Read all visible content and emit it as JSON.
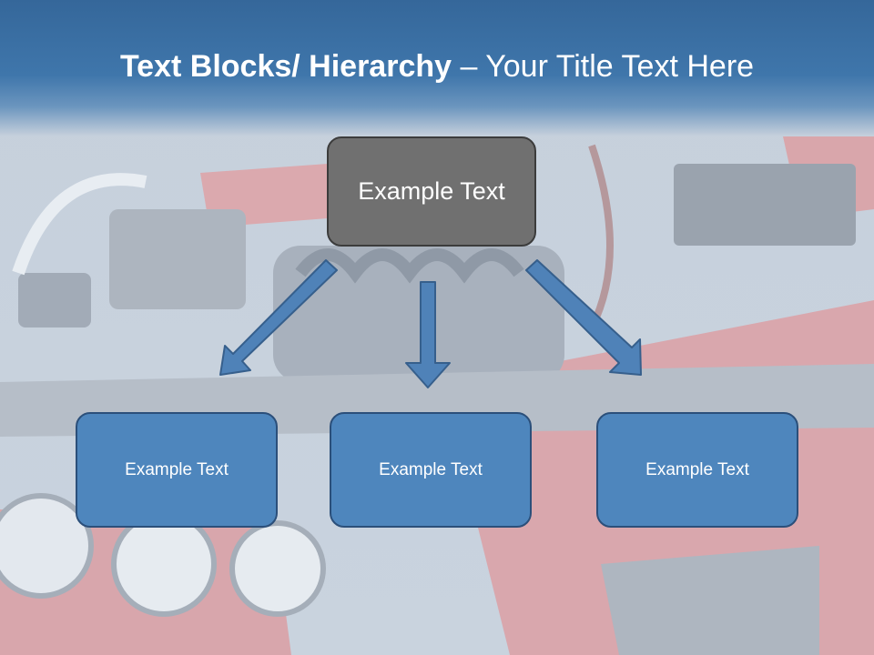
{
  "title": {
    "bold_part": "Text Blocks/ Hierarchy",
    "dash": " – ",
    "normal_part": "Your Title Text Here"
  },
  "diagram": {
    "root": {
      "label": "Example Text"
    },
    "children": [
      {
        "label": "Example Text"
      },
      {
        "label": "Example Text"
      },
      {
        "label": "Example Text"
      }
    ]
  },
  "colors": {
    "title_band": "#3f76ab",
    "root_fill": "#707070",
    "child_fill": "#4e86bd",
    "arrow_fill": "#4f82b8"
  }
}
